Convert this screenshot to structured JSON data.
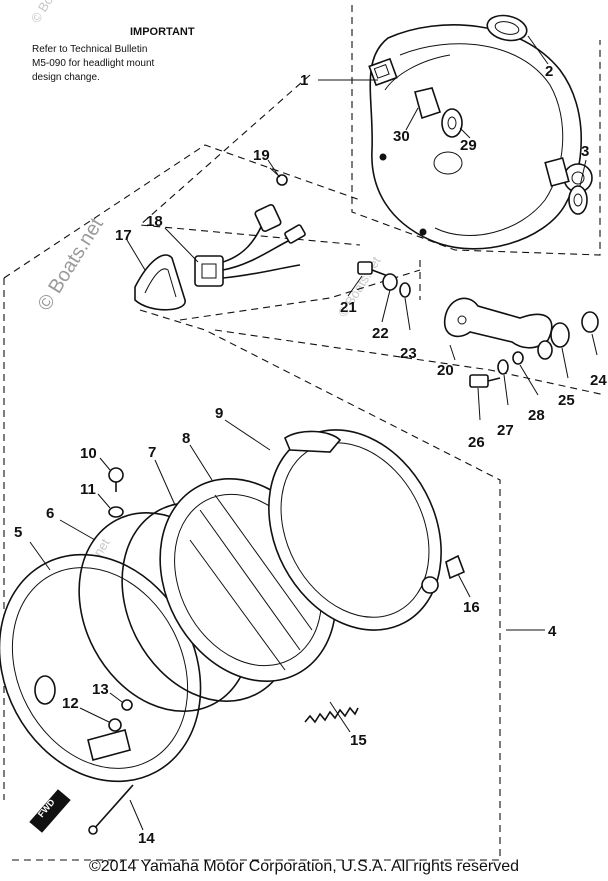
{
  "note": {
    "title": "IMPORTANT",
    "line1": "Refer to Technical Bulletin",
    "line2": "M5-090 for headlight mount",
    "line3": "design change."
  },
  "watermarks": {
    "main": "© Boats.net",
    "repeat": "© Boats.net"
  },
  "fwd_label": "FWD",
  "callouts": [
    "1",
    "2",
    "3",
    "4",
    "5",
    "6",
    "7",
    "8",
    "9",
    "10",
    "11",
    "12",
    "13",
    "14",
    "15",
    "16",
    "17",
    "18",
    "19",
    "20",
    "21",
    "22",
    "23",
    "24",
    "25",
    "26",
    "27",
    "28",
    "29",
    "30"
  ],
  "copyright": "©2014 Yamaha Motor Corporation, U.S.A. All rights reserved"
}
